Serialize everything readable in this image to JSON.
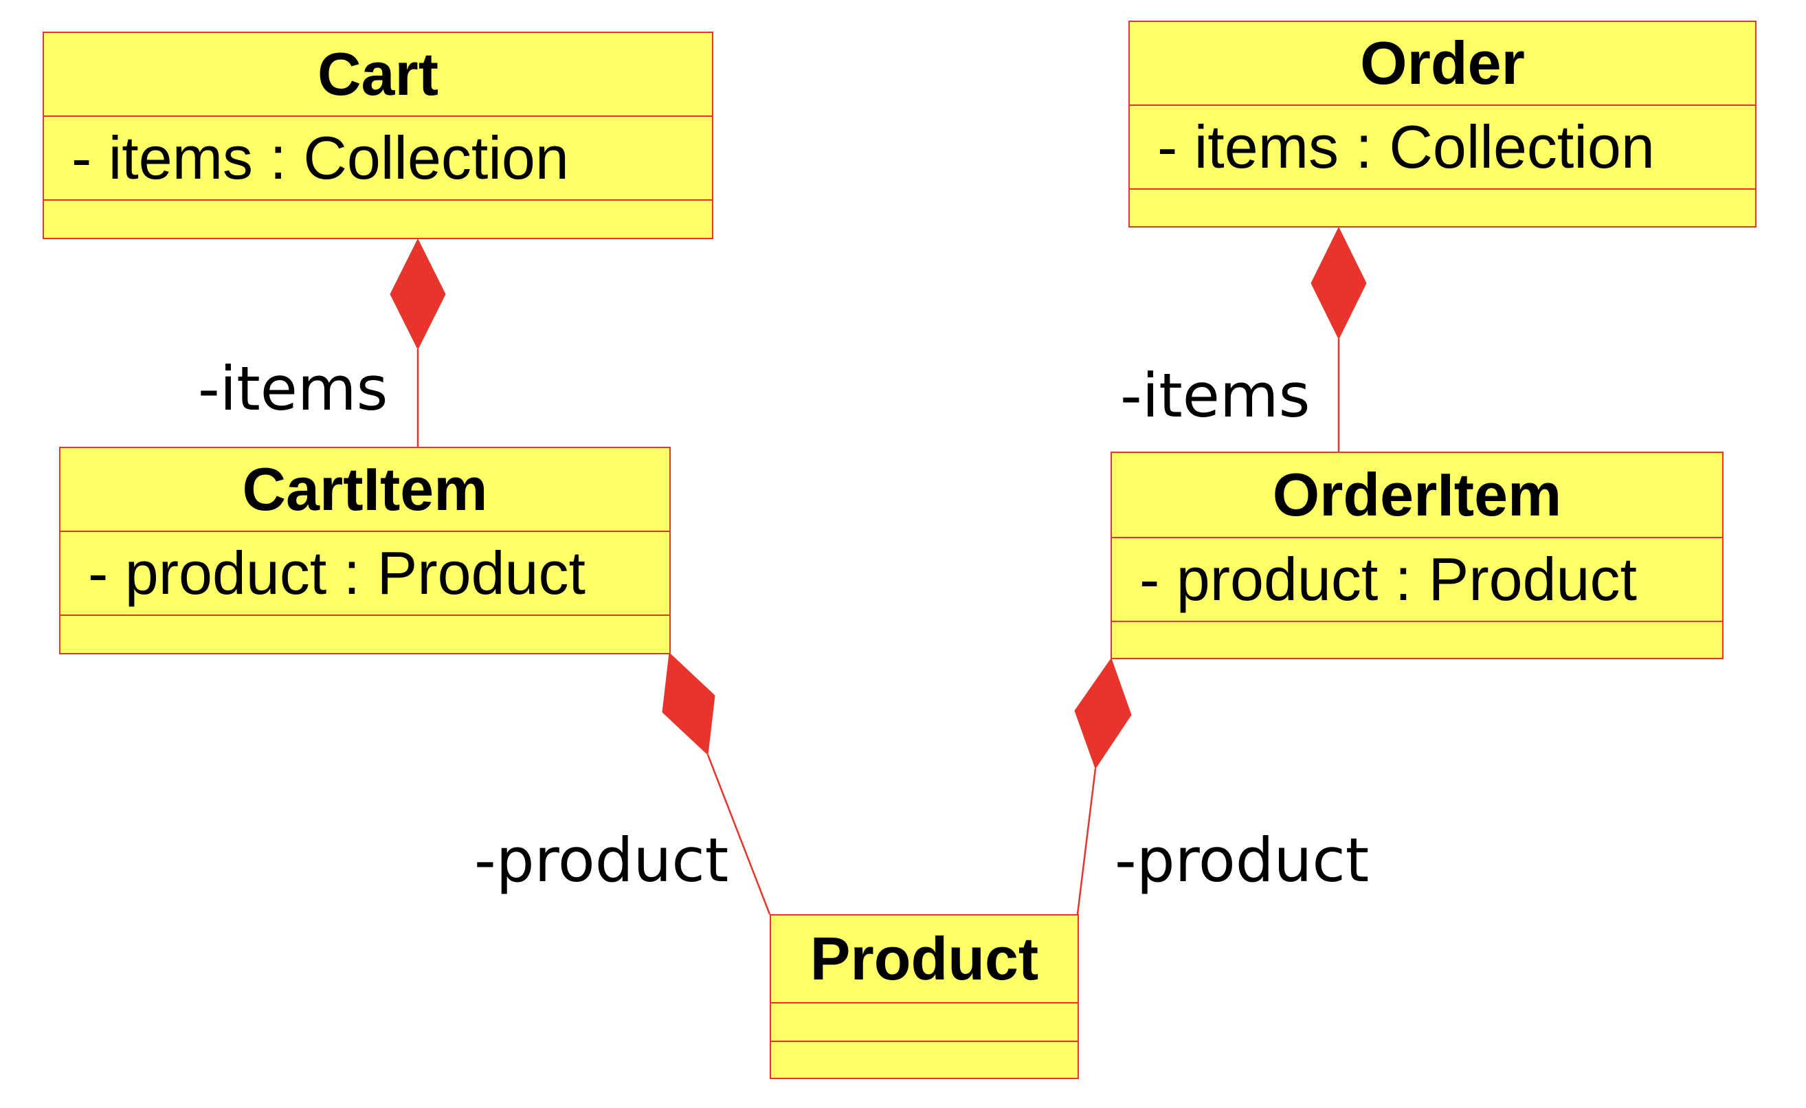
{
  "colors": {
    "class_fill": "#ffff66",
    "class_border": "#e8342a",
    "diamond_fill": "#e8342a",
    "text": "#000000"
  },
  "classes": {
    "cart": {
      "name": "Cart",
      "attribute": "- items : Collection"
    },
    "order": {
      "name": "Order",
      "attribute": "- items : Collection"
    },
    "cart_item": {
      "name": "CartItem",
      "attribute": "- product : Product"
    },
    "order_item": {
      "name": "OrderItem",
      "attribute": "- product : Product"
    },
    "product": {
      "name": "Product",
      "attribute": ""
    }
  },
  "associations": [
    {
      "from": "Cart",
      "to": "CartItem",
      "kind": "composition",
      "role": "-items"
    },
    {
      "from": "Order",
      "to": "OrderItem",
      "kind": "composition",
      "role": "-items"
    },
    {
      "from": "CartItem",
      "to": "Product",
      "kind": "composition",
      "role": "-product"
    },
    {
      "from": "OrderItem",
      "to": "Product",
      "kind": "composition",
      "role": "-product"
    }
  ]
}
